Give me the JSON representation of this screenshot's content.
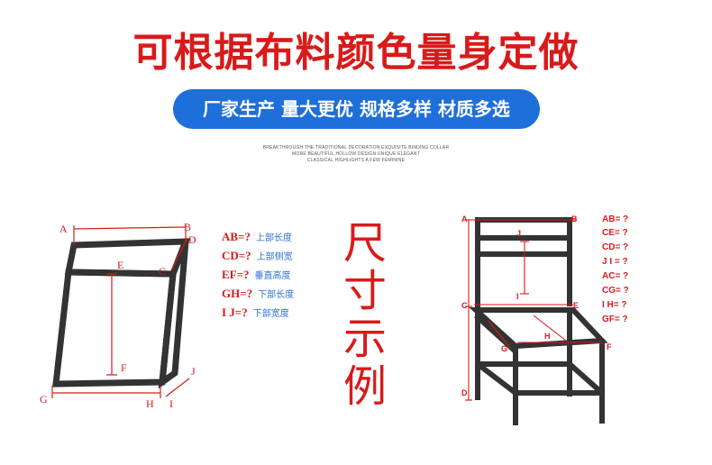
{
  "header": {
    "title": "可根据布料颜色量身定做",
    "subtitle": "厂家生产 量大更优 规格多样 材质多选",
    "tagline": [
      "BREAKTHROUGH THE TRADITIONAL DECORATION,EXQUISITE BINDING COLLAR",
      "MORE BEAUTIFUL,HOLLOW DESIGN UNIQUE ELEGANT",
      "CLASSICAL HIGHLIGHTS A FEW FEMININE"
    ]
  },
  "center_label": [
    "尺",
    "寸",
    "示",
    "例"
  ],
  "cover_diagram": {
    "points": {
      "A": "A",
      "B": "B",
      "C": "C",
      "D": "D",
      "E": "E",
      "F": "F",
      "G": "G",
      "H": "H",
      "I": "I",
      "J": "J"
    },
    "dimensions": [
      {
        "key": "AB=?",
        "desc": "上部长度"
      },
      {
        "key": "CD=?",
        "desc": "上部侧宽"
      },
      {
        "key": "EF=?",
        "desc": "垂直高度"
      },
      {
        "key": "GH=?",
        "desc": "下部长度"
      },
      {
        "key": "I J=?",
        "desc": "下部宽度"
      }
    ]
  },
  "chair_diagram": {
    "points": {
      "A": "A",
      "B": "B",
      "C": "C",
      "D": "D",
      "E": "E",
      "F": "F",
      "G": "G",
      "H": "H",
      "I": "I",
      "J": "J"
    },
    "dimensions": [
      "AB= ?",
      "CE= ?",
      "CD= ?",
      "J I = ?",
      "AC= ?",
      "CG= ?",
      "I H= ?",
      "GF= ?"
    ]
  },
  "colors": {
    "title_red": "#d91a1a",
    "pill_blue": "#1e6fd9",
    "value_blue": "#2a6fd6",
    "frame": "#333333"
  }
}
